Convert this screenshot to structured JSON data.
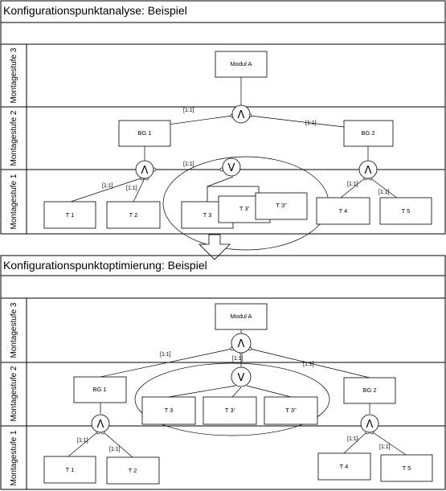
{
  "sections": [
    {
      "title": "Konfigurationspunktanalyse: Beispiel",
      "levels": [
        "Montagestufe 3",
        "Montagestufe 2",
        "Montagestufe 1"
      ],
      "nodes": {
        "modul_a": "Modul A",
        "bg1": "BG 1",
        "bg2": "BG 2",
        "t1": "T 1",
        "t2": "T 2",
        "t3": "T 3",
        "t3p": "T 3'",
        "t3pp": "T 3\"",
        "t4": "T 4",
        "t5": "T 5"
      },
      "gates": {
        "and": "Λ",
        "or": "V"
      },
      "cardinalities": {
        "modul_bg1": "[1:1]",
        "modul_bg2": "[1:1]",
        "bg1_t1": "[1:1]",
        "bg1_t2": "[1:1]",
        "bg1_or": "[1:1]",
        "bg2_t4": "[1:1]",
        "bg2_t5": "[1:1]"
      }
    },
    {
      "title": "Konfigurationspunktoptimierung: Beispiel",
      "levels": [
        "Montagestufe 3",
        "Montagestufe 2",
        "Montagestufe 1"
      ],
      "nodes": {
        "modul_a": "Modul A",
        "bg1": "BG 1",
        "bg2": "BG 2",
        "t1": "T 1",
        "t2": "T 2",
        "t3": "T 3",
        "t3p": "T 3'",
        "t3pp": "T 3\"",
        "t4": "T 4",
        "t5": "T 5"
      },
      "gates": {
        "and": "Λ",
        "or": "V"
      },
      "cardinalities": {
        "modul_bg1": "[1:1]",
        "modul_or": "[1:1]",
        "modul_bg2": "[1:1]",
        "bg1_t1": "[1:1]",
        "bg1_t2": "[1:1]",
        "bg2_t4": "[1:1]",
        "bg2_t5": "[1:1]"
      }
    }
  ]
}
